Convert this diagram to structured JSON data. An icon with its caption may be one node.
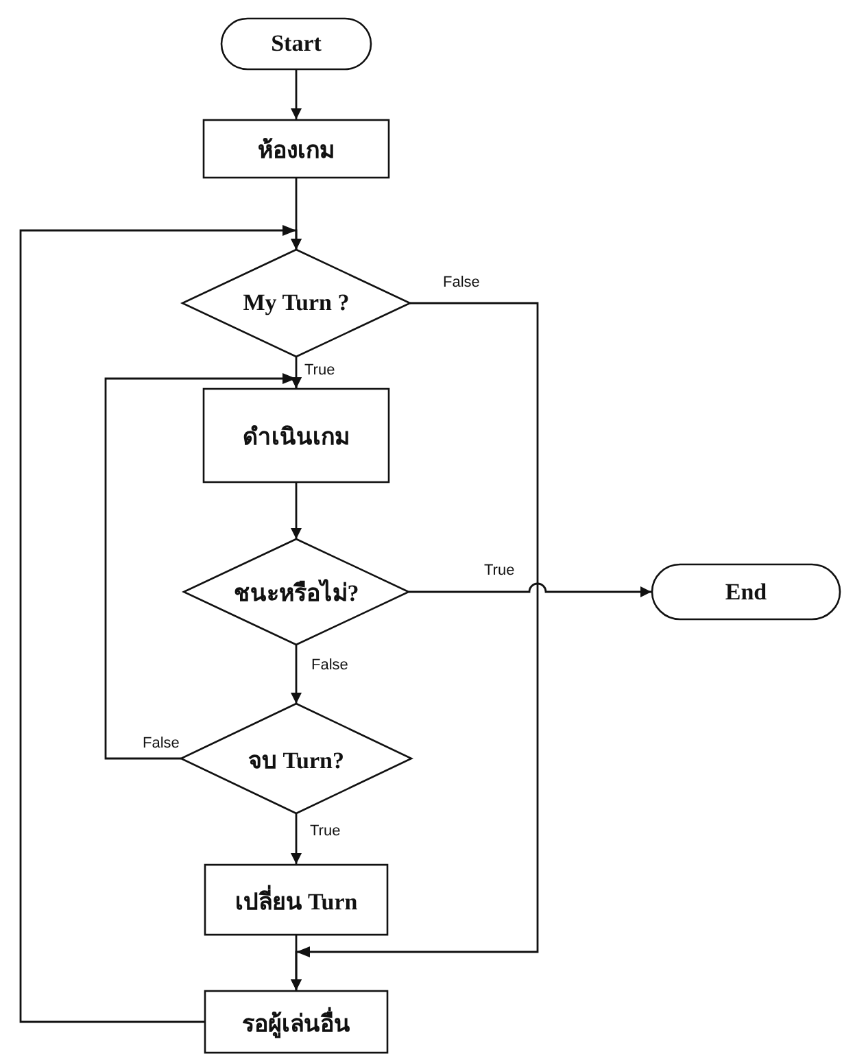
{
  "diagram": {
    "nodes": [
      {
        "text": [
          "Start"
        ]
      },
      {
        "text": [
          "ห้องเกม"
        ]
      },
      {
        "text": [
          "My Turn ?"
        ]
      },
      {
        "text": [
          "ดำเนินเกม"
        ]
      },
      {
        "text": [
          "ชนะหรือไม่?"
        ]
      },
      {
        "text": [
          "End"
        ]
      },
      {
        "text": [
          "จบ Turn?"
        ]
      },
      {
        "text": [
          "เปลี่ยน Turn"
        ]
      },
      {
        "text": [
          "รอผู้เล่นอื่น"
        ]
      }
    ],
    "edges": [
      {
        "from": 0,
        "to": 1,
        "arrow": "to"
      },
      {
        "from": 1,
        "to": 2,
        "arrow": "to"
      },
      {
        "from": 2,
        "to": 3,
        "arrow": "to",
        "label": "True"
      },
      {
        "from": 3,
        "to": 4,
        "arrow": "to"
      },
      {
        "from": 4,
        "to": 5,
        "arrow": "to",
        "label": "True"
      },
      {
        "from": 4,
        "to": 6,
        "arrow": "to",
        "label": "False"
      },
      {
        "from": 6,
        "to": 3,
        "arrow": "to",
        "label": "False"
      },
      {
        "from": 6,
        "to": 7,
        "arrow": "to",
        "label": "True"
      },
      {
        "from": 7,
        "to": 8,
        "arrow": "to"
      },
      {
        "from": 2,
        "to": 8,
        "arrow": "to",
        "label": "False"
      },
      {
        "from": 8,
        "to": 2,
        "arrow": "to"
      }
    ]
  }
}
